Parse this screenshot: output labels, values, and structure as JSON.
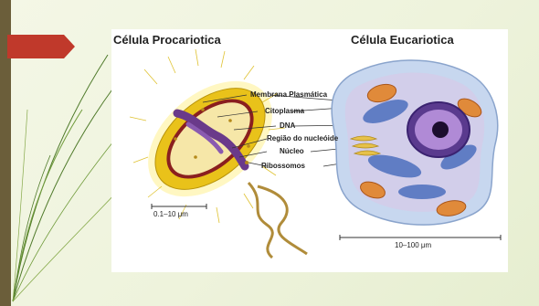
{
  "slide": {
    "titles": {
      "prokaryote": "Célula Procariotica",
      "eukaryote": "Célula Eucariotica"
    },
    "labels": {
      "membrana": "Membrana Plasmática",
      "citoplasma": "Citoplasma",
      "dna": "DNA",
      "nucleoide": "Região do nucleóide",
      "nucleo": "Núcleo",
      "ribossomos": "Ribossomos"
    },
    "scales": {
      "prokaryote": "0.1–10 μm",
      "eukaryote": "10–100 μm"
    },
    "colors": {
      "accent_arrow": "#c0392b",
      "left_bar": "#6b5e3a",
      "background": "#eef3dc"
    }
  }
}
